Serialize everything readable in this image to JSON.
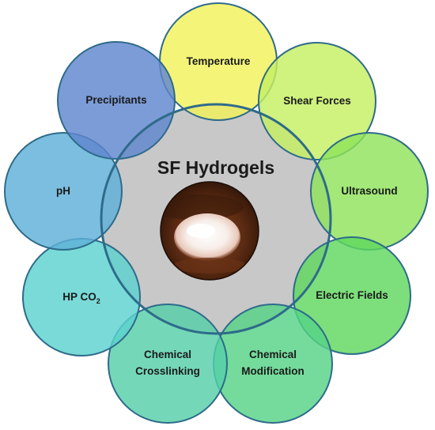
{
  "center": {
    "title": "SF Hydrogels",
    "fill": "#c8c8c8",
    "ring_color": "#2e6b8a",
    "photo": "hydrogel-sample-photo"
  },
  "petals": [
    {
      "id": "temperature",
      "lines": [
        "Temperature"
      ],
      "fill": "#f2f25a"
    },
    {
      "id": "shear-forces",
      "lines": [
        "Shear Forces"
      ],
      "fill": "#c6ef62"
    },
    {
      "id": "ultrasound",
      "lines": [
        "Ultrasound"
      ],
      "fill": "#8fe35a"
    },
    {
      "id": "electric-fields",
      "lines": [
        "Electric Fields"
      ],
      "fill": "#5fd85e"
    },
    {
      "id": "chemical-modification",
      "lines": [
        "Chemical",
        "Modification"
      ],
      "fill": "#55d386"
    },
    {
      "id": "chemical-crosslinking",
      "lines": [
        "Chemical",
        "Crosslinking"
      ],
      "fill": "#55cfa8"
    },
    {
      "id": "hp-co2",
      "lines": [
        "HP CO",
        "2"
      ],
      "fill": "#5bd2d0",
      "subscript": true
    },
    {
      "id": "ph",
      "lines": [
        "pH"
      ],
      "fill": "#5fb0d8"
    },
    {
      "id": "precipitants",
      "lines": [
        "Precipitants"
      ],
      "fill": "#5f86cf"
    }
  ]
}
